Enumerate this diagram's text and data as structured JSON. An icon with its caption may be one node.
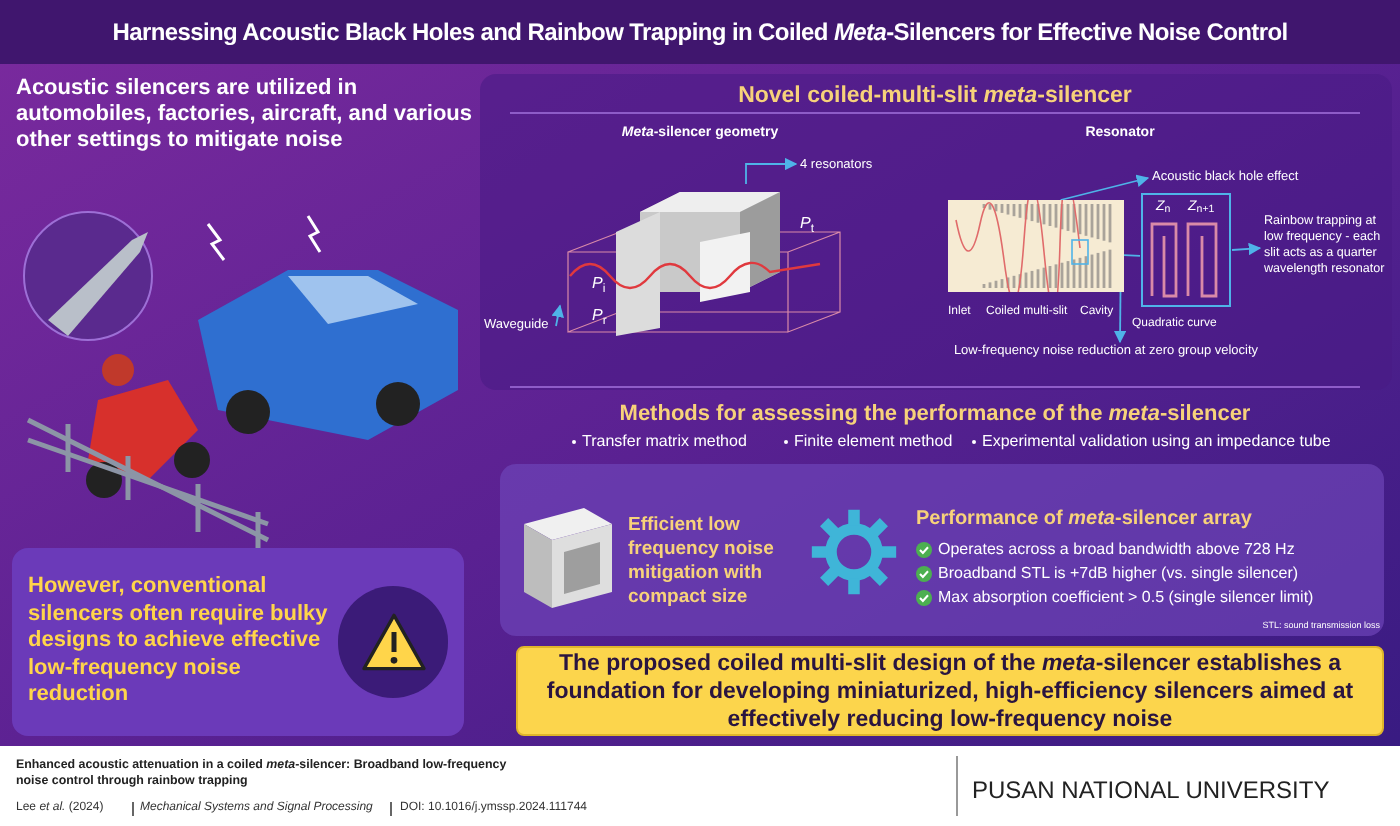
{
  "diagram": {
    "title": "Harnessing Acoustic Black Holes and Rainbow Trapping in Coiled *Meta*-Silencers for Effective Noise Control",
    "nodes": [
      {
        "text": [],
        "shape": "picture"
      },
      {
        "text": [
          "4 resonators"
        ]
      },
      {
        "text": [
          "Waveguide"
        ]
      },
      {
        "text": [],
        "shape": "picture"
      },
      {
        "text": [
          "Acoustic black hole effect"
        ]
      },
      {
        "text": [],
        "shape": "picture"
      },
      {
        "text": [
          "Rainbow trapping at low frequency - each slit acts as a quarter wavelength resonator"
        ]
      },
      {
        "text": [
          "Low-frequency noise reduction at zero group velocity"
        ]
      },
      {
        "text": [
          "However, conventional silencers often require bulky designs to achieve effective low-frequency noise reduction"
        ]
      },
      {
        "text": [
          "The proposed coiled multi-slit design of the *meta*-silencer establishes a foundation for developing miniaturized, high-efficiency silencers aimed at effectively reducing low-frequency noise"
        ]
      }
    ],
    "edges": [
      {
        "from": 0,
        "to": 1,
        "arrow": "to"
      },
      {
        "from": 2,
        "to": 0,
        "arrow": "to"
      },
      {
        "from": 3,
        "to": 4,
        "arrow": "to"
      },
      {
        "from": 3,
        "to": 5,
        "arrow": "none"
      },
      {
        "from": 5,
        "to": 6,
        "arrow": "to"
      },
      {
        "from": 3,
        "to": 7,
        "arrow": "to"
      }
    ],
    "labels": [
      "Acoustic silencers are utilized in automobiles, factories, aircraft, and various other settings to mitigate noise",
      "Novel coiled-multi-slit *meta*-silencer",
      "*Meta*-silencer geometry",
      "Resonator",
      "*P*$_{i}$",
      "*P*$_{r}$",
      "*P*$_{t}$",
      "Inlet",
      "Coiled multi-slit",
      "Cavity",
      "*Z*$_{n}$",
      "*Z*$_{n+1}$",
      "Quadratic curve",
      "Methods for assessing the performance of the *meta*-silencer",
      "Transfer matrix method",
      "Finite element method",
      "Experimental validation using an impedance tube",
      "Efficient low frequency noise mitigation with compact size",
      "Performance of *meta*-silencer array",
      "Operates across a broad bandwidth above 728 Hz",
      "Broadband STL is +7dB higher (vs. single silencer)",
      "Max absorption coefficient > 0.5 (single silencer limit)",
      "STL: sound transmission loss",
      "Enhanced acoustic attenuation in a coiled *meta*-silencer: Broadband low-frequency noise control through rainbow trapping",
      "Lee *et al.* (2024)",
      "Mechanical Systems and Signal Processing",
      "DOI: 10.1016/j.ymssp.2024.111744",
      "PUSAN NATIONAL UNIVERSITY"
    ]
  }
}
